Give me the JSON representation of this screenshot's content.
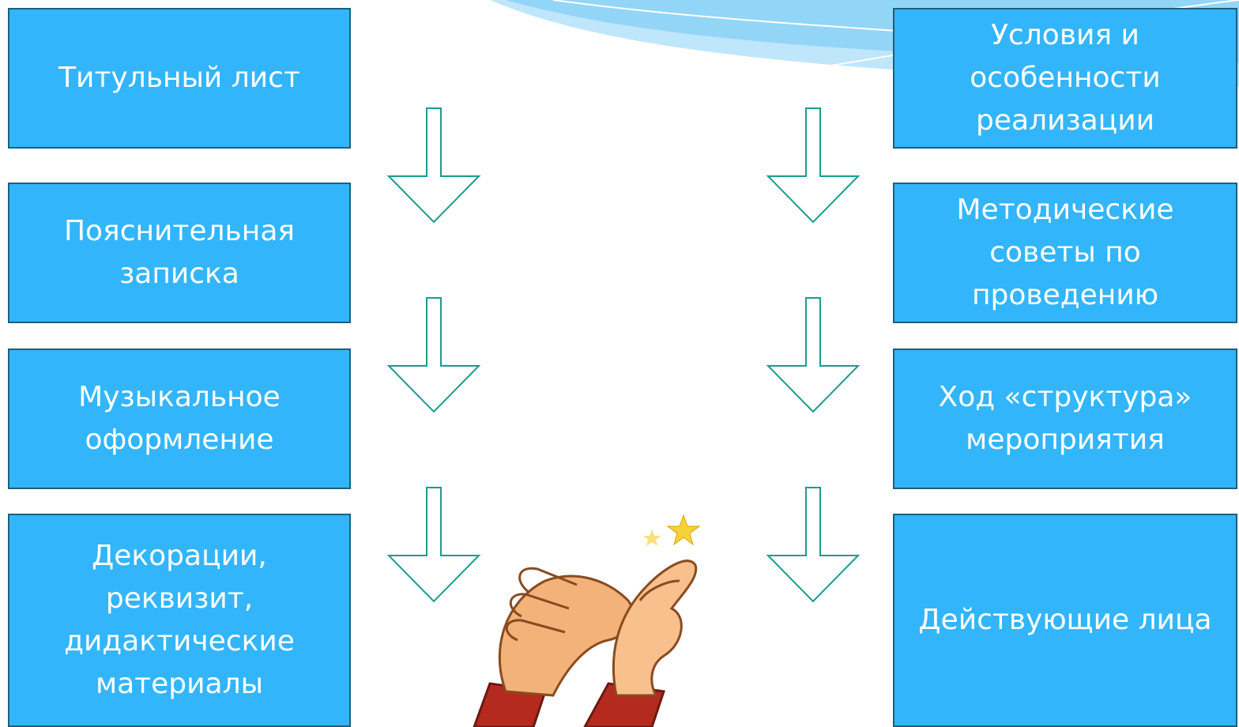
{
  "colors": {
    "box_fill": "#33b5fb",
    "box_border": "#1d5f7d",
    "box_text": "#ffffff",
    "arrow_stroke": "#1a9c90"
  },
  "left_column": [
    {
      "label": "Титульный лист"
    },
    {
      "label": "Пояснительная записка"
    },
    {
      "label": "Музыкальное оформление"
    },
    {
      "label": "Декорации, реквизит, дидактические материалы"
    }
  ],
  "right_column": [
    {
      "label": "Условия и особенности реализации"
    },
    {
      "label": "Методические советы по проведению"
    },
    {
      "label": "Ход «структура» мероприятия"
    },
    {
      "label": "Действующие лица"
    }
  ],
  "icons": {
    "arrow": "down-arrow-icon",
    "clapping_hands": "clapping-hands-icon"
  }
}
